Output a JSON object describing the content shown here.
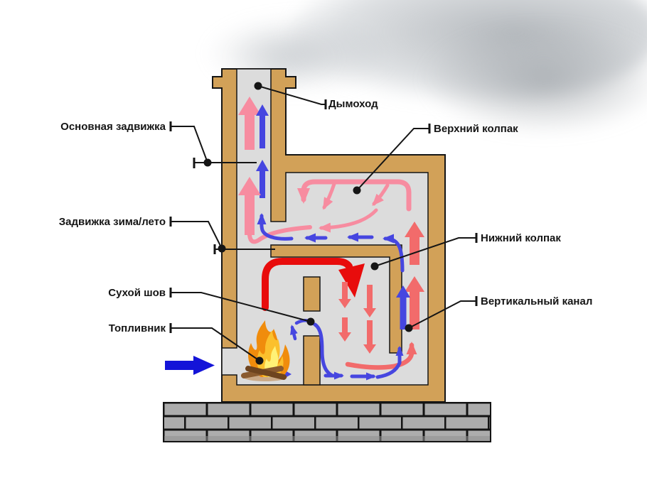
{
  "labels": [
    {
      "id": "chimney",
      "text": "Дымоход"
    },
    {
      "id": "main-damper",
      "text": "Основная задвижка"
    },
    {
      "id": "winter-summer-damper",
      "text": "Задвижка зима/лето"
    },
    {
      "id": "dry-joint",
      "text": "Сухой шов"
    },
    {
      "id": "firebox",
      "text": "Топливник"
    },
    {
      "id": "upper-bell",
      "text": "Верхний колпак"
    },
    {
      "id": "lower-bell",
      "text": "Нижний колпак"
    },
    {
      "id": "vertical-channel",
      "text": "Вертикальный канал"
    }
  ],
  "icons": {
    "fire": "flame-icon",
    "intake": "intake-arrow",
    "anchor": "anchor-dot"
  },
  "colors": {
    "tan": "#d2a158",
    "interior": "#dcdcdc",
    "line": "#151515",
    "pink": "#f78ca0",
    "salmon": "#f26b6b",
    "red": "#e80c0c",
    "blue": "#4646e0",
    "darkblue": "#1414d8",
    "brick": "#acacac",
    "brickline": "#141414",
    "cloud": "#c7cacd",
    "flame_outer": "#f08c0c",
    "flame_mid": "#fbc02d",
    "flame_inner": "#fff176",
    "log": "#8a5a2e"
  }
}
